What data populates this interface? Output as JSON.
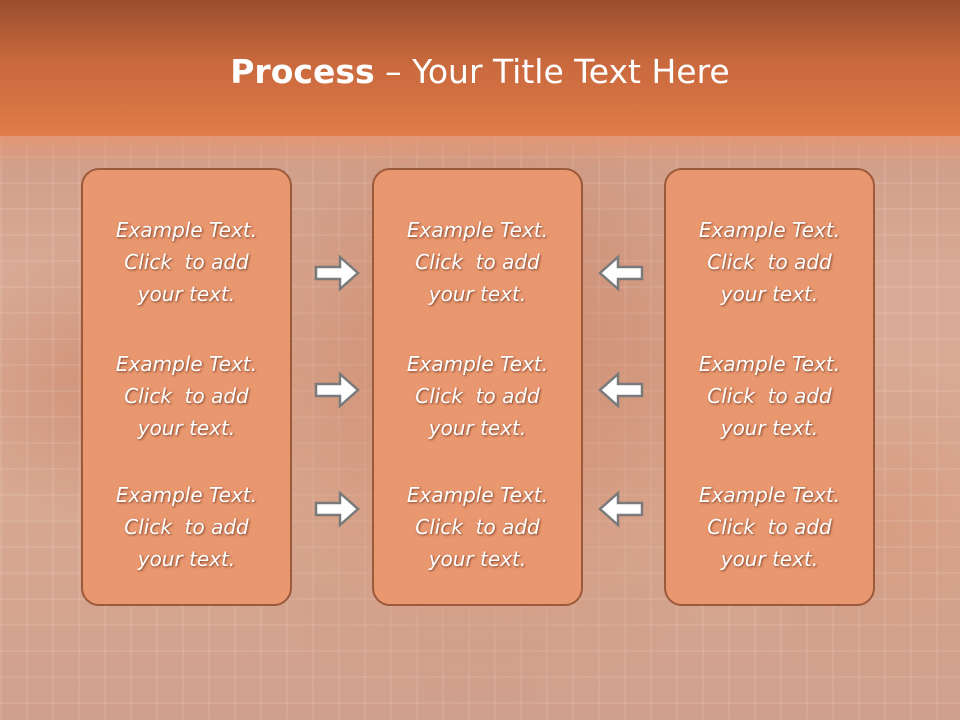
{
  "title": {
    "bold": "Process",
    "rest": " – Your Title Text Here"
  },
  "columns": [
    {
      "items": [
        {
          "l1": "Example Text.",
          "l2": "Click  to add",
          "l3": "your text."
        },
        {
          "l1": "Example Text.",
          "l2": "Click  to add",
          "l3": "your text."
        },
        {
          "l1": "Example Text.",
          "l2": "Click  to add",
          "l3": "your text."
        }
      ]
    },
    {
      "items": [
        {
          "l1": "Example Text.",
          "l2": "Click  to add",
          "l3": "your text."
        },
        {
          "l1": "Example Text.",
          "l2": "Click  to add",
          "l3": "your text."
        },
        {
          "l1": "Example Text.",
          "l2": "Click  to add",
          "l3": "your text."
        }
      ]
    },
    {
      "items": [
        {
          "l1": "Example Text.",
          "l2": "Click  to add",
          "l3": "your text."
        },
        {
          "l1": "Example Text.",
          "l2": "Click  to add",
          "l3": "your text."
        },
        {
          "l1": "Example Text.",
          "l2": "Click  to add",
          "l3": "your text."
        }
      ]
    }
  ],
  "icons": {
    "left_arrows": "arrow-right-icon",
    "right_arrows": "arrow-left-icon"
  },
  "colors": {
    "header": "#e07c48",
    "box_fill": "#e9976f",
    "box_border": "#9c5a3c",
    "text": "#ffffff",
    "arrow_fill": "#ffffff",
    "arrow_stroke": "#7a7a7a"
  }
}
